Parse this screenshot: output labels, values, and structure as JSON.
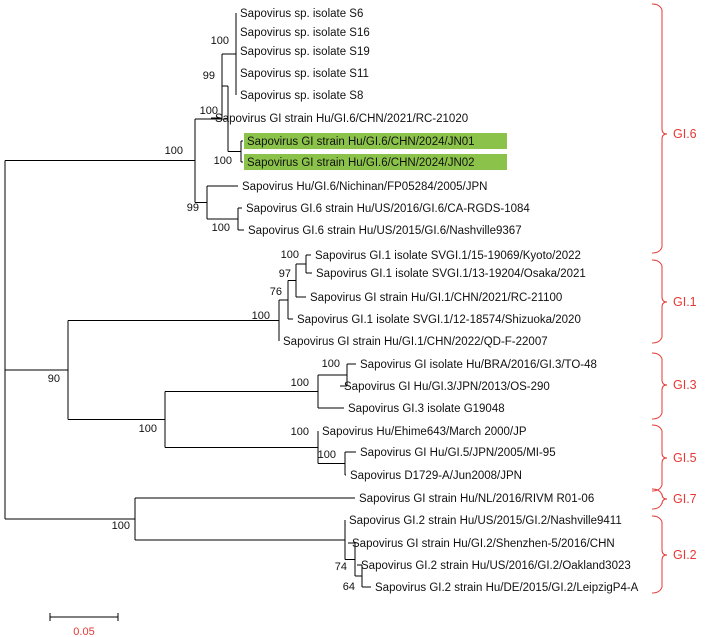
{
  "colors": {
    "highlight": "#8bc34a",
    "clade": "#e53935",
    "branch": "#000000"
  },
  "leaves": [
    "Sapovirus sp. isolate S6",
    "Sapovirus sp. isolate S16",
    "Sapovirus sp. isolate S19",
    "Sapovirus sp. isolate S11",
    "Sapovirus sp. isolate S8",
    "Sapovirus GI strain Hu/GI.6/CHN/2021/RC-21020",
    "Sapovirus GI strain Hu/GI.6/CHN/2024/JN01",
    "Sapovirus GI strain Hu/GI.6/CHN/2024/JN02",
    "Sapovirus Hu/GI.6/Nichinan/FP05284/2005/JPN",
    "Sapovirus GI.6 strain Hu/US/2016/GI.6/CA-RGDS-1084",
    "Sapovirus GI.6 strain Hu/US/2015/GI.6/Nashville9367",
    "Sapovirus GI.1 isolate SVGI.1/15-19069/Kyoto/2022",
    "Sapovirus GI.1 isolate SVGI.1/13-19204/Osaka/2021",
    "Sapovirus GI strain Hu/GI.1/CHN/2021/RC-21100",
    "Sapovirus GI.1 isolate SVGI.1/12-18574/Shizuoka/2020",
    "Sapovirus GI strain Hu/GI.1/CHN/2022/QD-F-22007",
    "Sapovirus GI isolate Hu/BRA/2016/GI.3/TO-48",
    "Sapovirus GI Hu/GI.3/JPN/2013/OS-290",
    "Sapovirus GI.3 isolate G19048",
    "Sapovirus Hu/Ehime643/March 2000/JP",
    "Sapovirus GI Hu/GI.5/JPN/2005/MI-95",
    "Sapovirus D1729-A/Jun2008/JPN",
    "Sapovirus GI strain Hu/NL/2016/RIVM R01-06",
    "Sapovirus GI.2 strain Hu/US/2015/GI.2/Nashville9411",
    "Sapovirus GI strain Hu/GI.2/Shenzhen-5/2016/CHN",
    "Sapovirus GI.2 strain Hu/US/2016/GI.2/Oakland3023",
    "Sapovirus GI.2 strain Hu/DE/2015/GI.2/LeipzigP4-A"
  ],
  "highlighted_leaves": [
    6,
    7
  ],
  "bootstrap": [
    "100",
    "99",
    "100",
    "100",
    "100",
    "99",
    "100",
    "100",
    "97",
    "76",
    "100",
    "90",
    "100",
    "100",
    "100",
    "100",
    "100",
    "100",
    "74",
    "64"
  ],
  "clades": [
    "GI.6",
    "GI.1",
    "GI.3",
    "GI.5",
    "GI.7",
    "GI.2"
  ],
  "scale": {
    "label": "0.05",
    "value": 0.05
  }
}
